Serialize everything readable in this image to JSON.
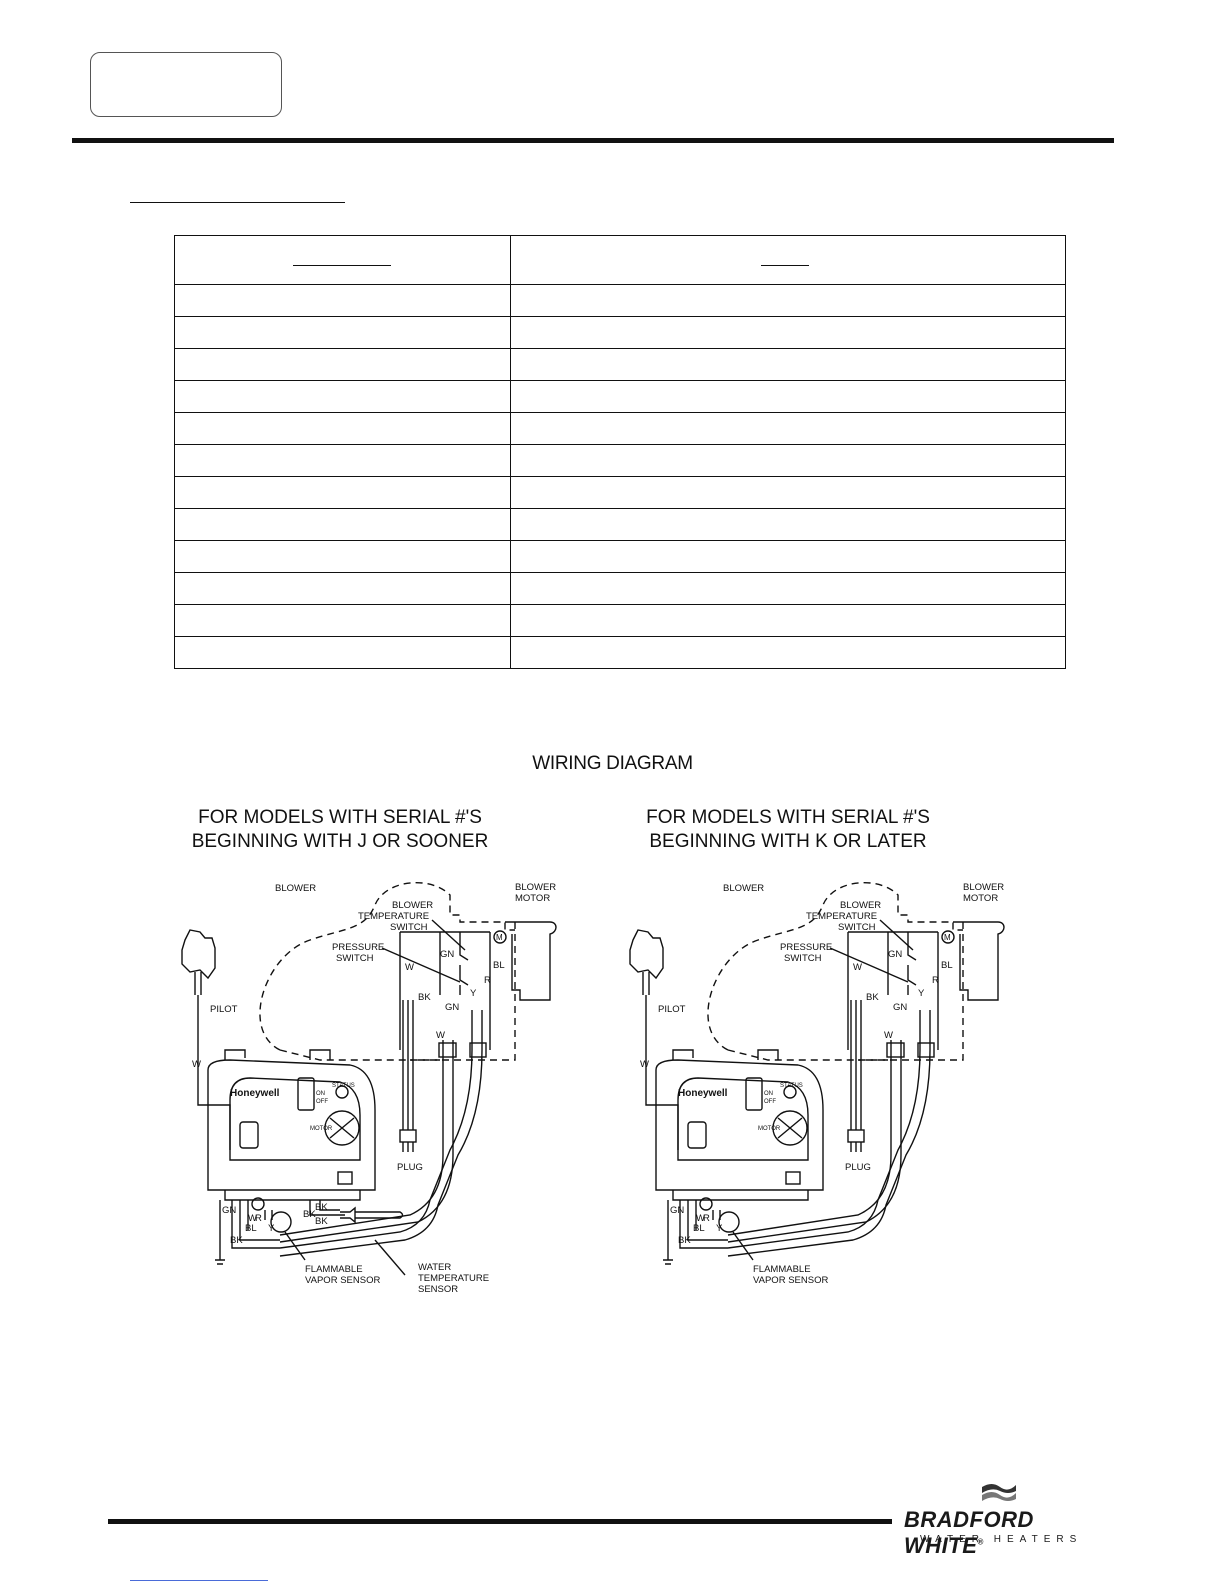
{
  "diagram": {
    "title": "WIRING DIAGRAM",
    "left_panel": {
      "title_line1": "FOR MODELS WITH SERIAL #'S",
      "title_line2": "BEGINNING WITH J OR SOONER",
      "labels": {
        "blower": "BLOWER",
        "blower_motor_1": "BLOWER",
        "blower_motor_2": "MOTOR",
        "blower_temp_1": "BLOWER",
        "blower_temp_2": "TEMPERATURE",
        "blower_temp_3": "SWITCH",
        "pressure_1": "PRESSURE",
        "pressure_2": "SWITCH",
        "pilot": "PILOT",
        "plug": "PLUG",
        "vapor_1": "FLAMMABLE",
        "vapor_2": "VAPOR SENSOR",
        "water_1": "WATER",
        "water_2": "TEMPERATURE",
        "water_3": "SENSOR",
        "brand": "Honeywell",
        "status": "STATUS",
        "on": "ON",
        "off": "OFF",
        "motor": "MOTOR",
        "w": "W",
        "gn": "GN",
        "bk": "BK",
        "bl": "BL",
        "r": "R",
        "y": "Y",
        "m": "M"
      }
    },
    "right_panel": {
      "title_line1": "FOR MODELS WITH SERIAL #'S",
      "title_line2": "BEGINNING WITH K OR LATER",
      "labels": {
        "blower": "BLOWER",
        "blower_motor_1": "BLOWER",
        "blower_motor_2": "MOTOR",
        "blower_temp_1": "BLOWER",
        "blower_temp_2": "TEMPERATURE",
        "blower_temp_3": "SWITCH",
        "pressure_1": "PRESSURE",
        "pressure_2": "SWITCH",
        "pilot": "PILOT",
        "plug": "PLUG",
        "vapor_1": "FLAMMABLE",
        "vapor_2": "VAPOR SENSOR",
        "brand": "Honeywell",
        "status": "STATUS",
        "on": "ON",
        "off": "OFF",
        "motor": "MOTOR",
        "w": "W",
        "gn": "GN",
        "bk": "BK",
        "bl": "BL",
        "r": "R",
        "y": "Y",
        "m": "M"
      }
    }
  },
  "logo": {
    "name": "BRADFORD WHITE",
    "registered": "®",
    "tagline": "WATER HEATERS"
  },
  "table": {
    "row_count": 12
  }
}
